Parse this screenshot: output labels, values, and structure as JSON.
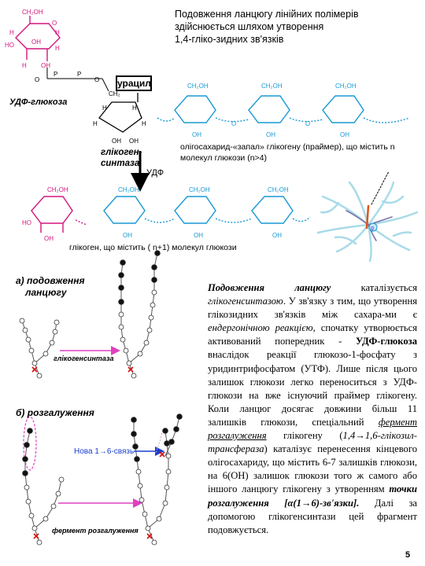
{
  "header": {
    "title_lines": [
      "Подовження ланцюгу лінійних полімерів",
      "здійснюється шляхом утворення",
      "1,4-гліко-зидних зв'язків"
    ]
  },
  "top_diagram": {
    "udp_label": "УДФ-глюкоза",
    "uracil_label": "урацил",
    "enzyme_label_line1": "глікоген-",
    "enzyme_label_line2": "синтаза",
    "udf_released": "УДФ",
    "oligo_caption": "олігосахарид-«запал» глікогену (праймер), що містить n молекул глюкози (n>4)",
    "glycogen_caption": "глікоген, що містить ( n+1) молекул глюкози",
    "atom_labels": {
      "ch2oh": "CH₂OH",
      "h": "H",
      "oh": "OH",
      "o": "O",
      "ho": "HO",
      "ch2": "CH₂",
      "p": "P",
      "ii": "II",
      "g": "g"
    },
    "colors": {
      "udp_glucose": "#d4157d",
      "glucose_chain": "#1899d4",
      "branches": "#a8dbe8",
      "core": "#e0541c"
    }
  },
  "section_a": {
    "label_line1": "а) подовження",
    "label_line2": "ланцюгу",
    "enzyme": "глікогенсинтаза"
  },
  "section_b": {
    "label": "б) розгалуження",
    "new_bond": "Нова 1→6-связь",
    "enzyme": "фермент розгалуження"
  },
  "body": {
    "p1": "Подовження ланцюгу",
    "p2": " каталізується ",
    "p3": "глікогенсинтазою",
    "p4": ". У зв'язку з тим, що утворення глікозидних зв'язків між сахара-ми є ",
    "p5": "ендергонічною реакцією,",
    "p6": " спочатку утворюється активований попередник - ",
    "p7": "УДФ-глюкоза",
    "p8": " внаслідок реакції глюкозо-1-фосфату з уридинтрифосфатом (УТФ). Лише після цього залишок глюкози легко переноситься з УДФ-глюкози на вже існуючий праймер глікогену. Коли ланцюг досягає довжини більш 11 залишків глюкози, спеціальний ",
    "p9": "фермент розгалуження",
    "p10": " глікогену (",
    "p11": "1,4→1,6-глікозил-трансфераза",
    "p12": ") каталізує перенесення кінцевого олігосахариду, що містить 6-7 залишків глюкози, на 6(ОН) залишок глюкози того ж самого або іншого ланцюгу глікогену з утворенням ",
    "p13": "точки розгалуження [α(1→6)-зв'язки].",
    "p14": " Далі за допомогою глікогенсинтази цей фрагмент подовжується."
  },
  "page_number": "5"
}
